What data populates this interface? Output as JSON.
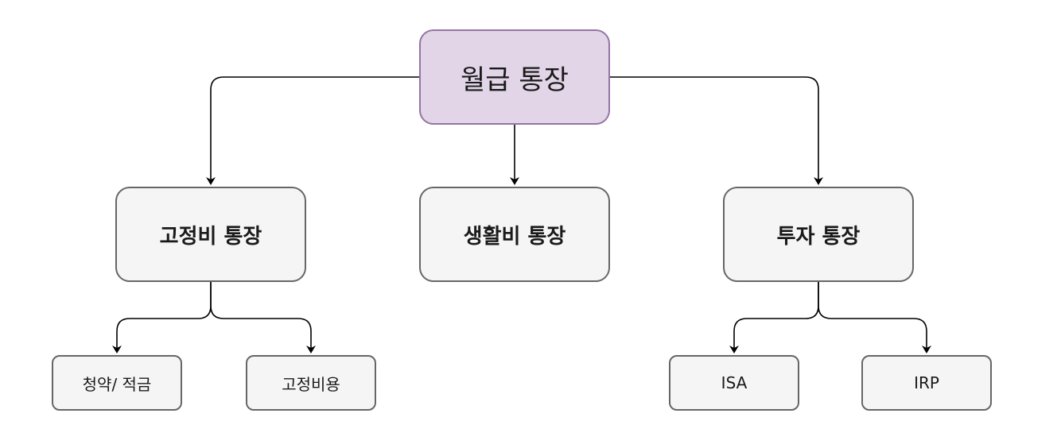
{
  "diagram": {
    "root": {
      "label": "월급 통장"
    },
    "accounts": [
      {
        "label": "고정비 통장",
        "children": [
          "청약/ 적금",
          "고정비용"
        ]
      },
      {
        "label": "생활비 통장",
        "children": []
      },
      {
        "label": "투자 통장",
        "children": [
          "ISA",
          "IRP"
        ]
      }
    ],
    "colors": {
      "root_fill": "#e1d5e7",
      "root_border": "#9673a6",
      "node_fill": "#f5f5f5",
      "node_border": "#666666",
      "connector": "#000000"
    }
  }
}
